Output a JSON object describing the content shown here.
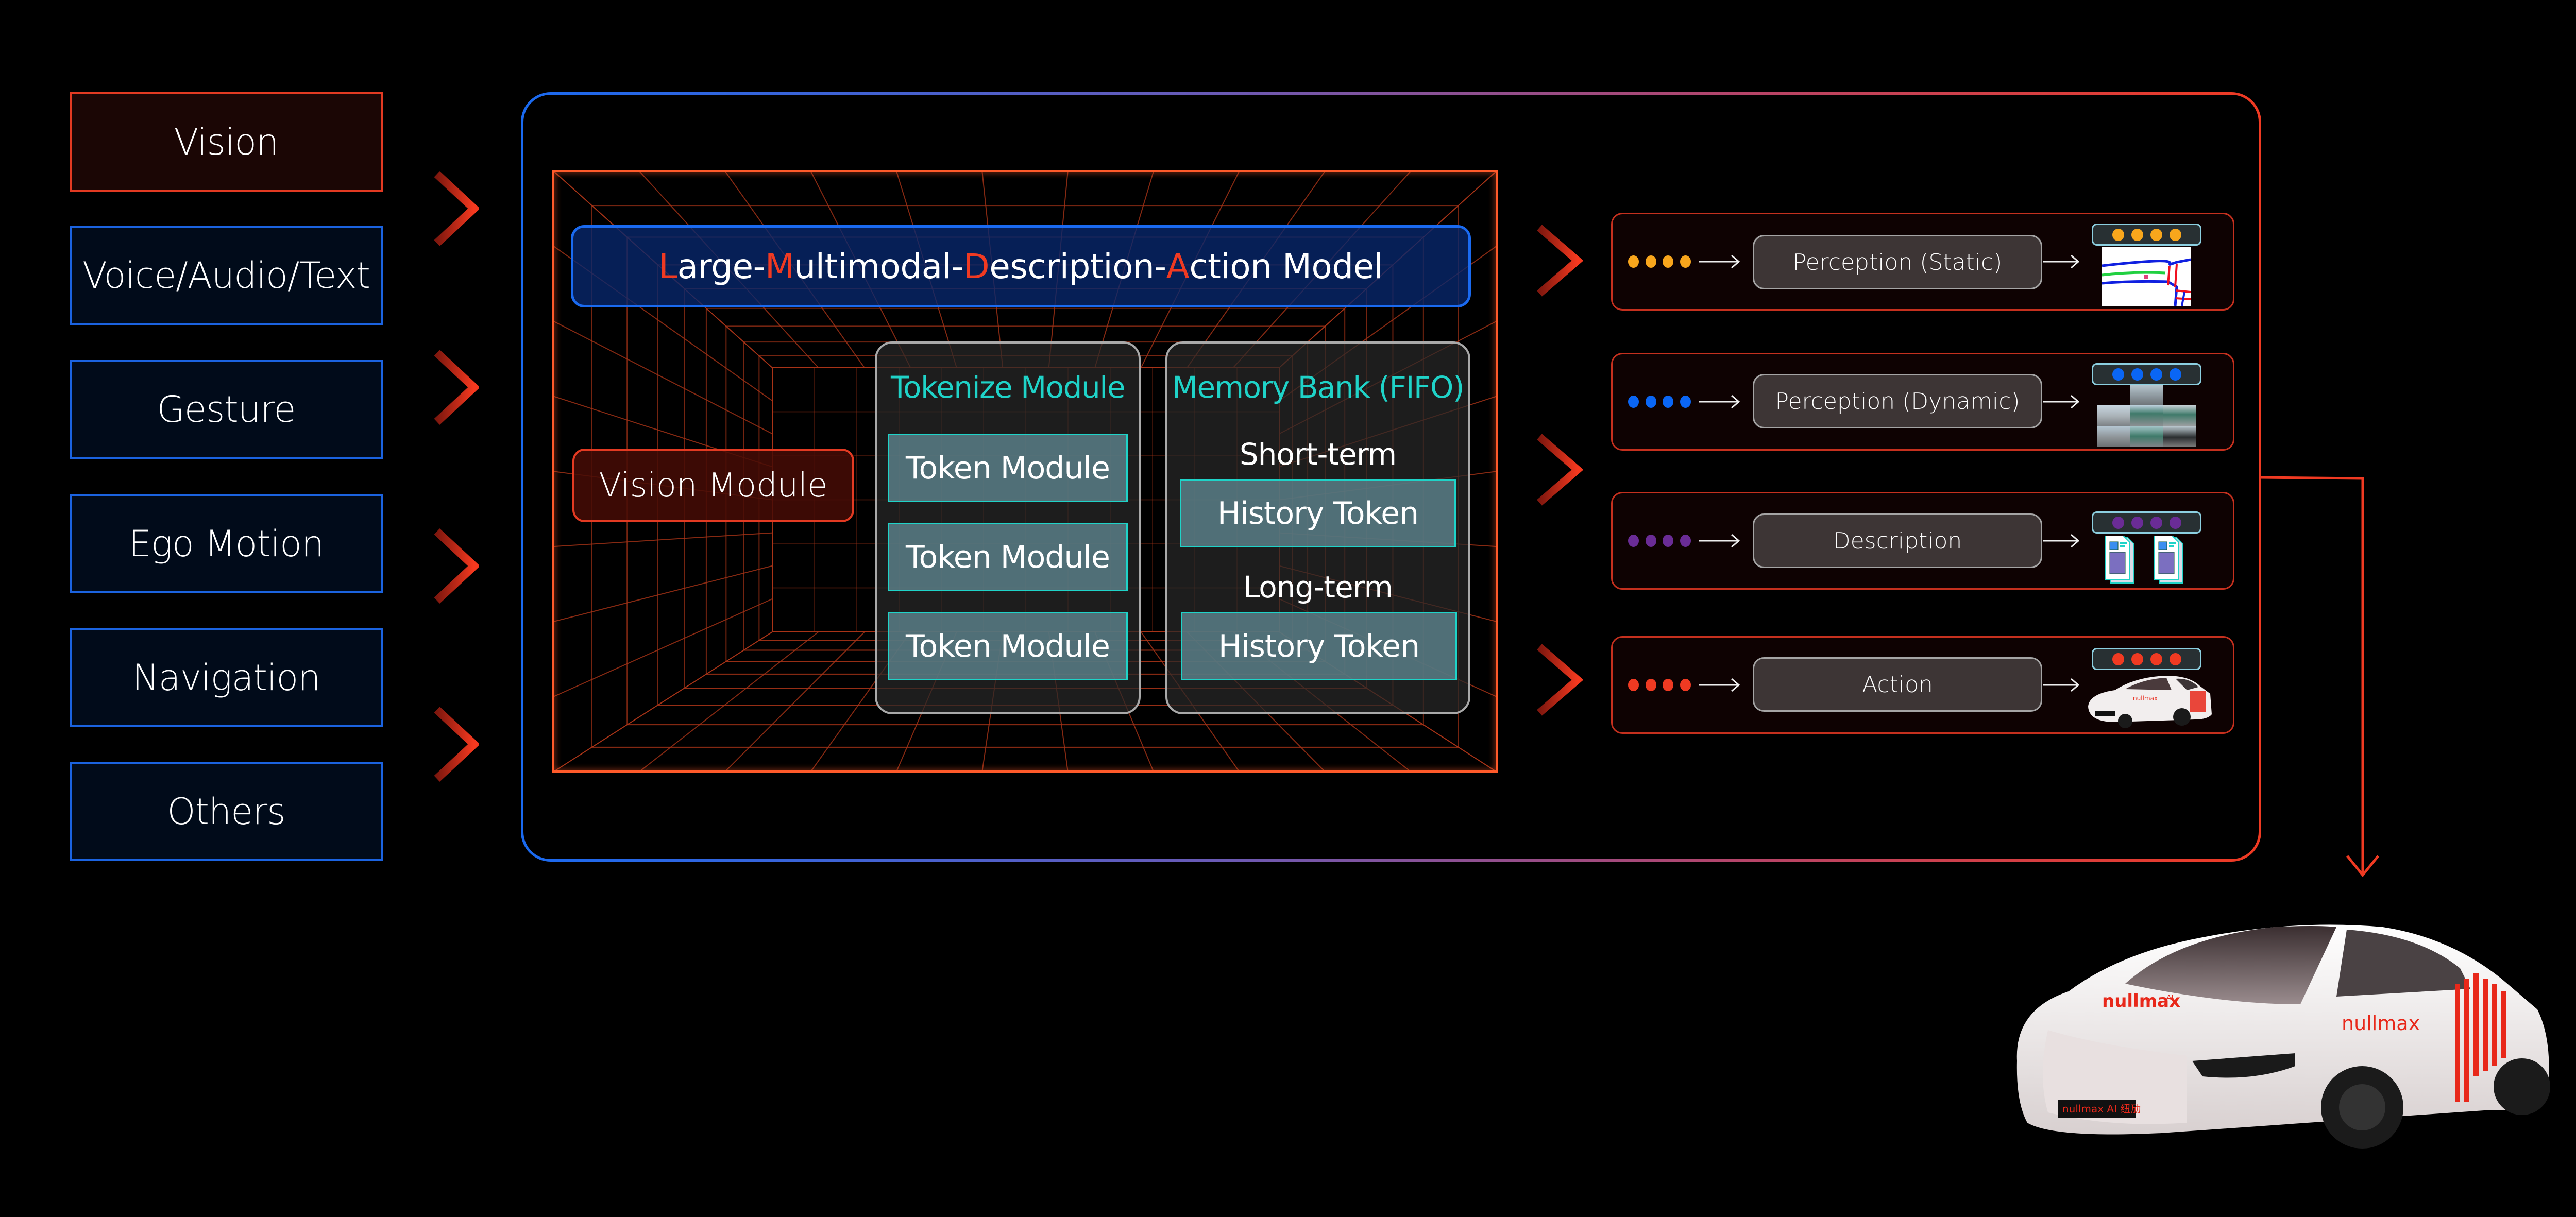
{
  "inputs": [
    {
      "label": "Vision",
      "style": "red"
    },
    {
      "label": "Voice/Audio/Text",
      "style": "blue"
    },
    {
      "label": "Gesture",
      "style": "blue"
    },
    {
      "label": "Ego Motion",
      "style": "blue"
    },
    {
      "label": "Navigation",
      "style": "blue"
    },
    {
      "label": "Others",
      "style": "blue"
    }
  ],
  "model": {
    "title_parts": [
      {
        "text": "L",
        "highlight": true
      },
      {
        "text": "arge-",
        "highlight": false
      },
      {
        "text": "M",
        "highlight": true
      },
      {
        "text": "ultimodal-",
        "highlight": false
      },
      {
        "text": "D",
        "highlight": true
      },
      {
        "text": "escription-",
        "highlight": false
      },
      {
        "text": "A",
        "highlight": true
      },
      {
        "text": "ction Model",
        "highlight": false
      }
    ],
    "vision_module": "Vision Module",
    "tokenize": {
      "title": "Tokenize Module",
      "items": [
        "Token Module",
        "Token Module",
        "Token Module"
      ]
    },
    "memory": {
      "title": "Memory Bank (FIFO)",
      "short_label": "Short-term",
      "short_token": "History Token",
      "long_label": "Long-term",
      "long_token": "History Token"
    }
  },
  "outputs": [
    {
      "label": "Perception (Static)",
      "dot_color": "#f8a61c",
      "result": "map-thumbnail"
    },
    {
      "label": "Perception (Dynamic)",
      "dot_color": "#0a66f5",
      "result": "camera-grid-thumbnail"
    },
    {
      "label": "Description",
      "dot_color": "#6a2c96",
      "result": "document-icons"
    },
    {
      "label": "Action",
      "dot_color": "#f03a22",
      "result": "car-thumbnail"
    }
  ],
  "vehicle": {
    "brand": "nullmax",
    "brand_suffix": "AI",
    "plate": "nullmax AI 纽劢"
  },
  "colors": {
    "accent_red": "#f03a22",
    "accent_blue": "#1a6af0",
    "teal": "#1fd3c8"
  }
}
